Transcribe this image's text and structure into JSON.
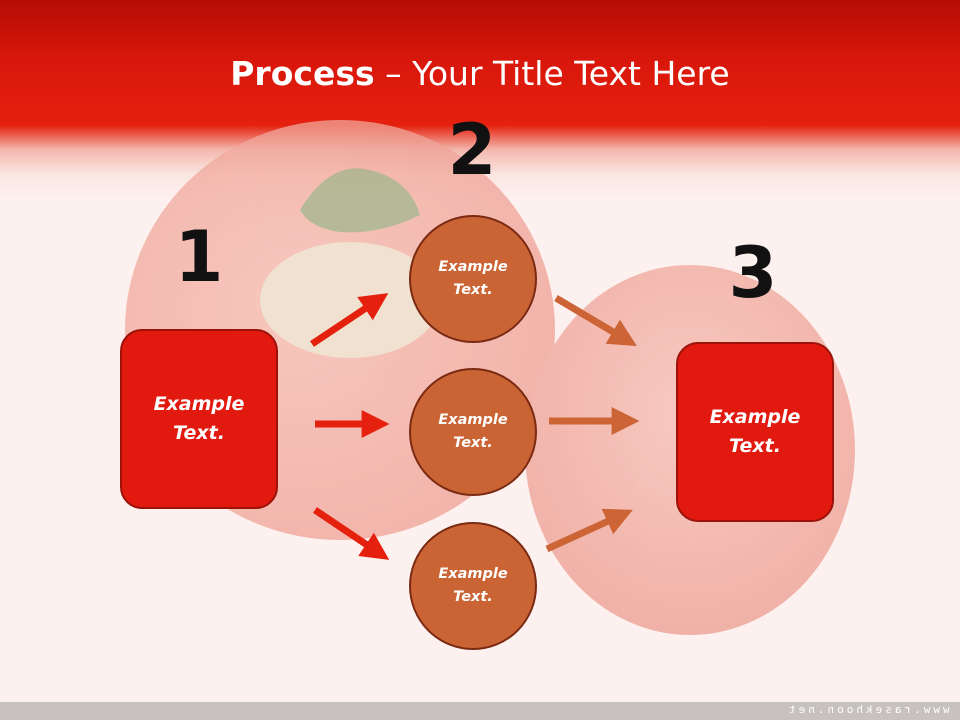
{
  "title": {
    "strong": "Process",
    "rest": " – Your Title Text Here"
  },
  "steps": {
    "one": {
      "number": "1",
      "box_line1": "Example",
      "box_line2": "Text."
    },
    "two": {
      "number": "2",
      "circles": [
        {
          "line1": "Example",
          "line2": "Text."
        },
        {
          "line1": "Example",
          "line2": "Text."
        },
        {
          "line1": "Example",
          "line2": "Text."
        }
      ]
    },
    "three": {
      "number": "3",
      "box_line1": "Example",
      "box_line2": "Text."
    }
  },
  "footer": {
    "watermark": "www.rasekhoon.net"
  },
  "colors": {
    "header_red": "#e5200e",
    "box_red": "#e2190f",
    "circle_orange": "#cb6435",
    "arrow_red": "#e5200e",
    "arrow_orange": "#cd6435"
  }
}
